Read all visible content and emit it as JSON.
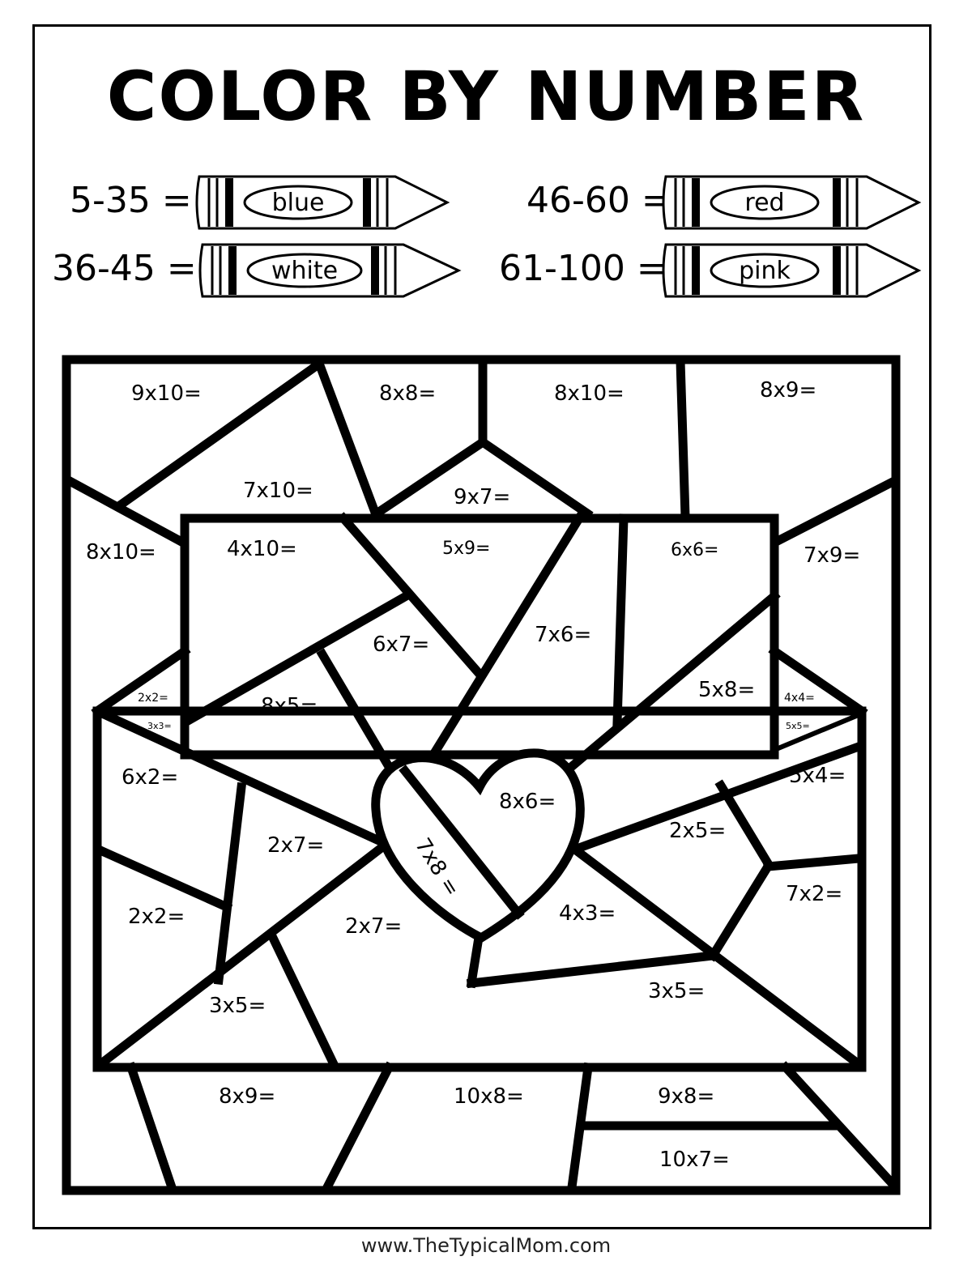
{
  "title": "COLOR BY NUMBER",
  "footer": "www.TheTypicalMom.com",
  "legend": [
    {
      "range": "5-35 =",
      "color_name": "blue"
    },
    {
      "range": "46-60 =",
      "color_name": "red"
    },
    {
      "range": "36-45 =",
      "color_name": "white"
    },
    {
      "range": "61-100 =",
      "color_name": "pink"
    }
  ],
  "problems": [
    "9x10=",
    "8x8=",
    "8x10=",
    "8x9=",
    "7x10=",
    "9x7=",
    "8x10=",
    "4x10=",
    "5x9=",
    "6x6=",
    "7x9=",
    "6x7=",
    "7x6=",
    "2x2=",
    "3x3=",
    "8x5=",
    "5x8=",
    "4x4=",
    "5x5=",
    "6x2=",
    "8x6=",
    "5x4=",
    "2x7=",
    "7x8 =",
    "2x5=",
    "2x2=",
    "2x7=",
    "4x3=",
    "7x2=",
    "3x5=",
    "3x5=",
    "8x9=",
    "10x8=",
    "9x8=",
    "10x7="
  ]
}
